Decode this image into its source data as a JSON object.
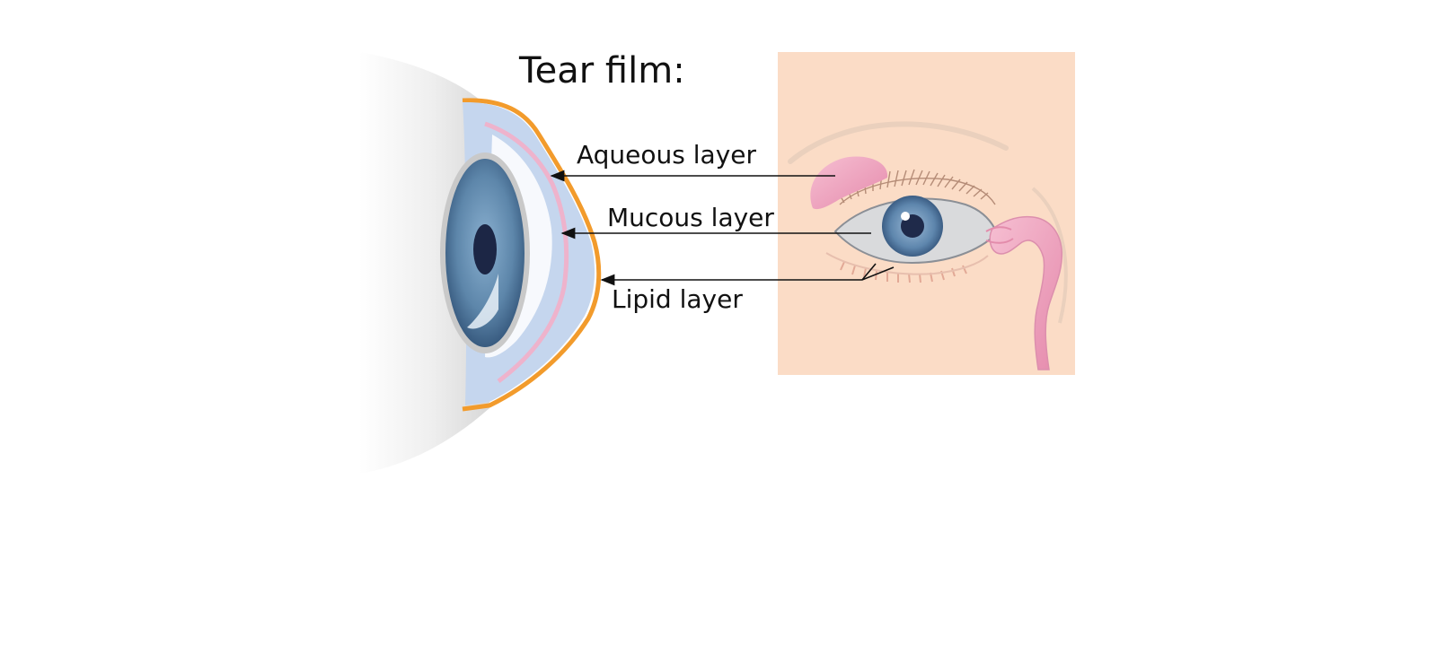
{
  "title": "Tear film:",
  "labels": {
    "aqueous": "Aqueous layer",
    "mucous": "Mucous layer",
    "lipid": "Lipid layer"
  },
  "colors": {
    "background": "#ffffff",
    "panel_skin": "#fbdcc6",
    "sclera_light": "#f7f7f7",
    "sclera_dark": "#d9d9d9",
    "iris": "#5d86aa",
    "iris_dark": "#2e4f74",
    "pupil": "#1c2645",
    "aqueous": "#c5d6ee",
    "mucous": "#eeb3cc",
    "lipid": "#f29b2c",
    "gland": "#ef9fbb",
    "gland_dark": "#d77c9e",
    "arrow": "#111111"
  },
  "icons": {
    "side_eye": "eyeball-cross-section-icon",
    "front_eye": "front-eye-with-tear-glands-icon"
  }
}
